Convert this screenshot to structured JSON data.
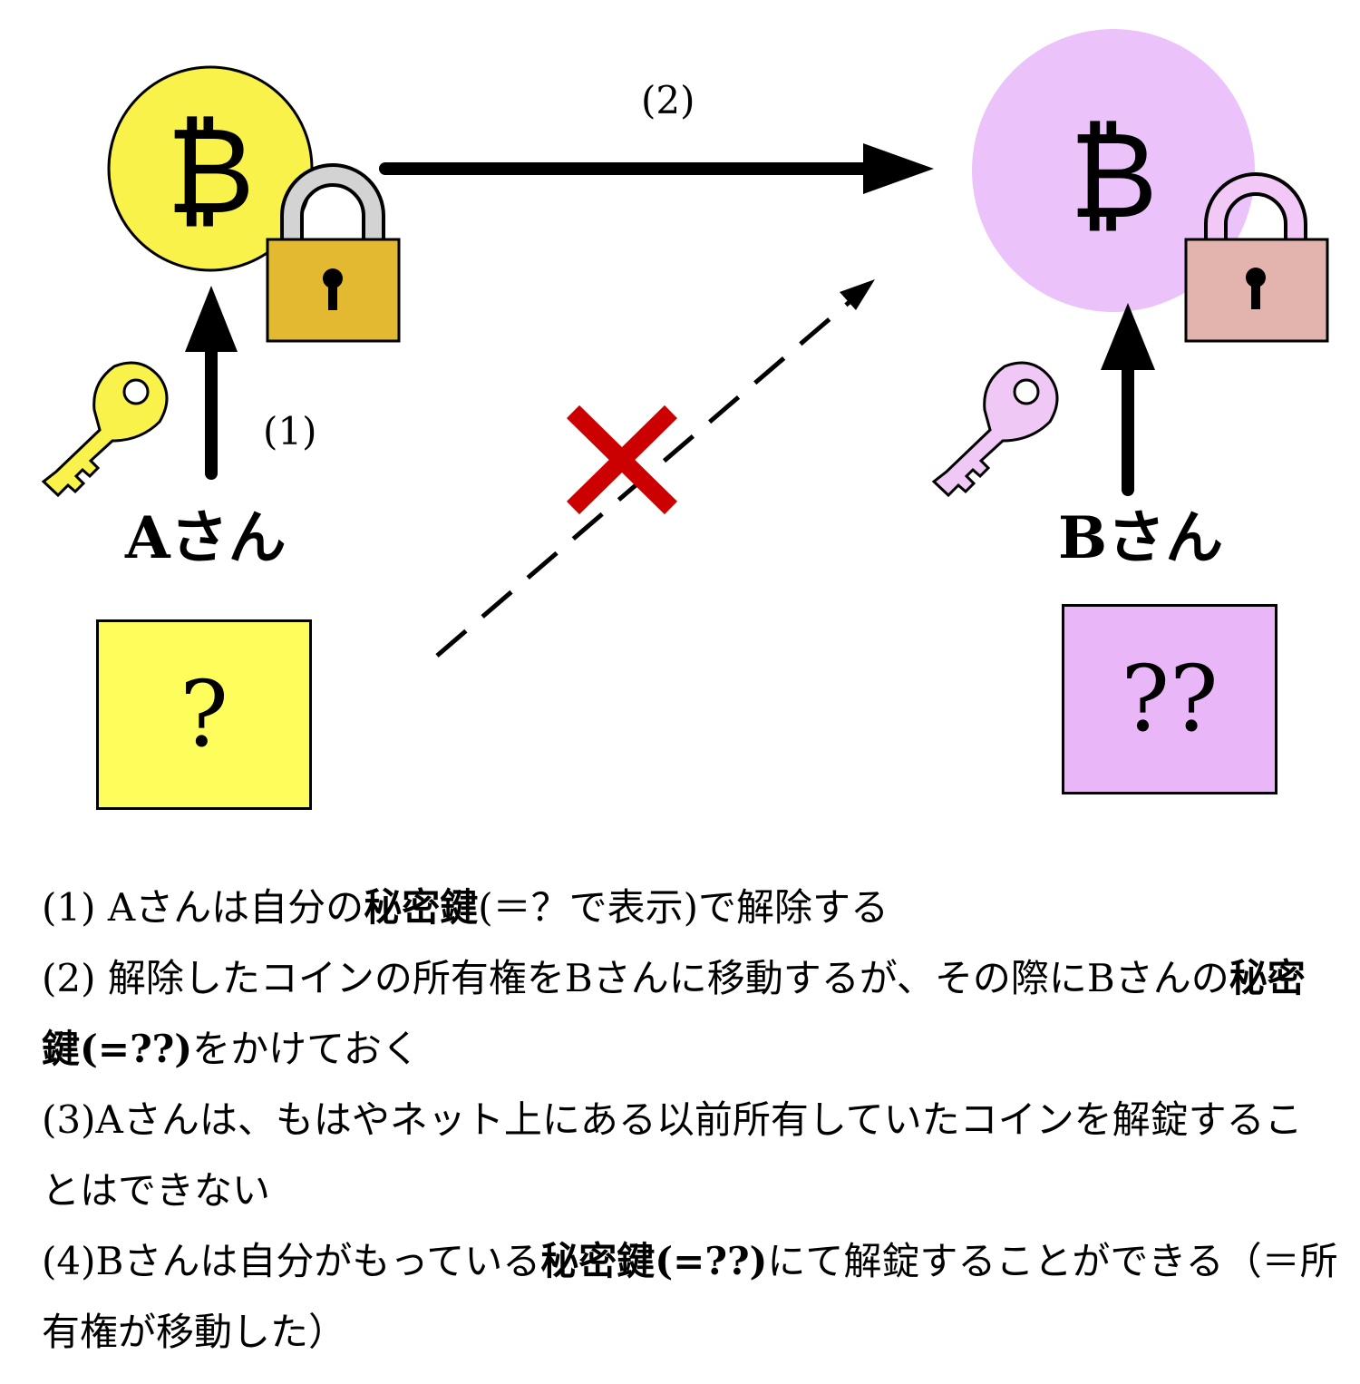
{
  "colors": {
    "a_coin": "#f8f24a",
    "a_lock_body": "#e3b931",
    "a_key": "#f8f24a",
    "b_coin": "#ecc2fb",
    "b_lock_body": "#e3b3ae",
    "b_lock_shackle": "#f2c9f6",
    "b_key": "#f0c8f6",
    "cross": "#cc0000",
    "a_box": "#fdfd5c",
    "b_box": "#e9b6f7"
  },
  "icons": {
    "a_coin": "bitcoin-coin-icon",
    "a_lock": "padlock-icon",
    "a_key": "key-icon",
    "b_coin": "bitcoin-coin-icon",
    "b_lock": "padlock-icon",
    "b_key": "key-icon",
    "cross": "cross-icon"
  },
  "diagram": {
    "coin_symbol": "₿",
    "step1_label": "(1)",
    "step2_label": "(2)",
    "person_a": "Aさん",
    "person_b": "Bさん",
    "box_a_text": "?",
    "box_b_text": "??"
  },
  "notes": {
    "n1_pre": "(1) Aさんは自分の",
    "n1_bold": "秘密鍵",
    "n1_post": "(＝？で表示)で解除する",
    "n2_pre": "(2) 解除したコインの所有権をBさんに移動するが、その際にBさんの",
    "n2_bold": "秘密鍵(=??)",
    "n2_post": "をかけておく",
    "n3": "(3)Aさんは、もはやネット上にある以前所有していたコインを解錠することはできない",
    "n4_pre": "(4)Bさんは自分がもっている",
    "n4_bold": "秘密鍵(=??)",
    "n4_post": "にて解錠することができる（＝所有権が移動した）"
  }
}
